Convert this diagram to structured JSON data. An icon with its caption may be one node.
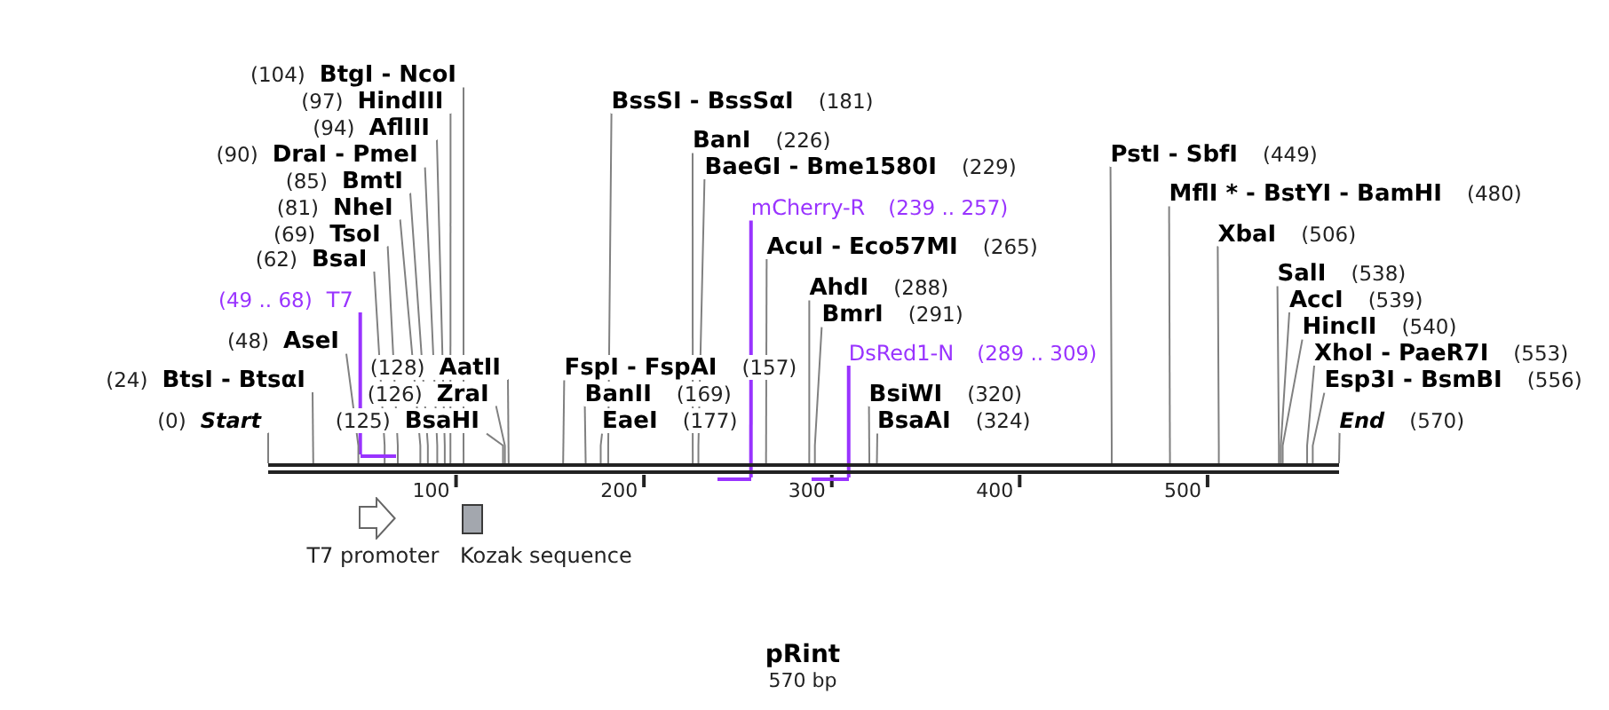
{
  "diagram": {
    "title": "pRint",
    "nodes": [
      {
        "text": [
          "(104)",
          "BtgI - NcoI"
        ]
      },
      {
        "text": [
          "(97)",
          "HindIII"
        ]
      },
      {
        "text": [
          "(94)",
          "AflIII"
        ]
      },
      {
        "text": [
          "(90)",
          "DraI - PmeI"
        ]
      },
      {
        "text": [
          "(85)",
          "BmtI"
        ]
      },
      {
        "text": [
          "(81)",
          "NheI"
        ]
      },
      {
        "text": [
          "(69)",
          "TsoI"
        ]
      },
      {
        "text": [
          "(62)",
          "BsaI"
        ]
      },
      {
        "text": [
          "(49 .. 68)",
          "T7"
        ]
      },
      {
        "text": [
          "(48)",
          "AseI"
        ]
      },
      {
        "text": [
          "(24)",
          "BtsI - BtsαI"
        ]
      },
      {
        "text": [
          "(0)",
          "Start"
        ]
      },
      {
        "text": [
          "(128)",
          "AatII"
        ]
      },
      {
        "text": [
          "(126)",
          "ZraI"
        ]
      },
      {
        "text": [
          "(125)",
          "BsaHI"
        ]
      },
      {
        "text": [
          "BssSI - BssSαI",
          "(181)"
        ]
      },
      {
        "text": [
          "BanI",
          "(226)"
        ]
      },
      {
        "text": [
          "BaeGI - Bme1580I",
          "(229)"
        ]
      },
      {
        "text": [
          "mCherry-R",
          "(239 .. 257)"
        ]
      },
      {
        "text": [
          "AcuI - Eco57MI",
          "(265)"
        ]
      },
      {
        "text": [
          "AhdI",
          "(288)"
        ]
      },
      {
        "text": [
          "BmrI",
          "(291)"
        ]
      },
      {
        "text": [
          "DsRed1-N",
          "(289 .. 309)"
        ]
      },
      {
        "text": [
          "FspI - FspAI",
          "(157)"
        ]
      },
      {
        "text": [
          "BanII",
          "(169)"
        ]
      },
      {
        "text": [
          "EaeI",
          "(177)"
        ]
      },
      {
        "text": [
          "BsiWI",
          "(320)"
        ]
      },
      {
        "text": [
          "BsaAI",
          "(324)"
        ]
      },
      {
        "text": [
          "PstI - SbfI",
          "(449)"
        ]
      },
      {
        "text": [
          "MflI * - BstYI - BamHI",
          "(480)"
        ]
      },
      {
        "text": [
          "XbaI",
          "(506)"
        ]
      },
      {
        "text": [
          "SalI",
          "(538)"
        ]
      },
      {
        "text": [
          "AccI",
          "(539)"
        ]
      },
      {
        "text": [
          "HincII",
          "(540)"
        ]
      },
      {
        "text": [
          "XhoI - PaeR7I",
          "(553)"
        ]
      },
      {
        "text": [
          "Esp3I - BsmBI",
          "(556)"
        ]
      },
      {
        "text": [
          "End",
          "(570)"
        ]
      },
      {
        "text": [],
        "shape": "bar"
      },
      {
        "text": [],
        "shape": "bar"
      },
      {
        "text": [],
        "shape": "bar"
      },
      {
        "text": [],
        "shape": "bar"
      },
      {
        "text": [
          "T7 promoter"
        ]
      },
      {
        "text": [
          "Kozak sequence"
        ]
      }
    ],
    "edges": [
      {
        "from": 0,
        "to": 37,
        "arrow": "none"
      },
      {
        "from": 1,
        "to": 37,
        "arrow": "none"
      },
      {
        "from": 2,
        "to": 37,
        "arrow": "none"
      },
      {
        "from": 3,
        "to": 37,
        "arrow": "none"
      },
      {
        "from": 4,
        "to": 37,
        "arrow": "none"
      },
      {
        "from": 5,
        "to": 37,
        "arrow": "none"
      },
      {
        "from": 6,
        "to": 37,
        "arrow": "none"
      },
      {
        "from": 7,
        "to": 37,
        "arrow": "none"
      },
      {
        "from": 8,
        "to": 38,
        "arrow": "none",
        "color": "#9933ff"
      },
      {
        "from": 9,
        "to": 37,
        "arrow": "none"
      },
      {
        "from": 10,
        "to": 37,
        "arrow": "none"
      },
      {
        "from": 11,
        "to": 37,
        "arrow": "none"
      },
      {
        "from": 12,
        "to": 37,
        "arrow": "none"
      },
      {
        "from": 13,
        "to": 37,
        "arrow": "none"
      },
      {
        "from": 14,
        "to": 37,
        "arrow": "none"
      },
      {
        "from": 15,
        "to": 37,
        "arrow": "none"
      },
      {
        "from": 16,
        "to": 37,
        "arrow": "none"
      },
      {
        "from": 17,
        "to": 37,
        "arrow": "none"
      },
      {
        "from": 18,
        "to": 39,
        "arrow": "none",
        "color": "#9933ff"
      },
      {
        "from": 19,
        "to": 37,
        "arrow": "none"
      },
      {
        "from": 20,
        "to": 37,
        "arrow": "none"
      },
      {
        "from": 21,
        "to": 37,
        "arrow": "none"
      },
      {
        "from": 22,
        "to": 40,
        "arrow": "none",
        "color": "#9933ff"
      },
      {
        "from": 23,
        "to": 37,
        "arrow": "none"
      },
      {
        "from": 24,
        "to": 37,
        "arrow": "none"
      },
      {
        "from": 25,
        "to": 37,
        "arrow": "none"
      },
      {
        "from": 26,
        "to": 37,
        "arrow": "none"
      },
      {
        "from": 27,
        "to": 37,
        "arrow": "none"
      },
      {
        "from": 28,
        "to": 37,
        "arrow": "none"
      },
      {
        "from": 29,
        "to": 37,
        "arrow": "none"
      },
      {
        "from": 30,
        "to": 37,
        "arrow": "none"
      },
      {
        "from": 31,
        "to": 37,
        "arrow": "none"
      },
      {
        "from": 32,
        "to": 37,
        "arrow": "none"
      },
      {
        "from": 33,
        "to": 37,
        "arrow": "none"
      },
      {
        "from": 34,
        "to": 37,
        "arrow": "none"
      },
      {
        "from": 35,
        "to": 37,
        "arrow": "none"
      },
      {
        "from": 36,
        "to": 37,
        "arrow": "none"
      }
    ],
    "labels": [
      "100",
      "200",
      "300",
      "400",
      "500",
      "570 bp"
    ]
  }
}
